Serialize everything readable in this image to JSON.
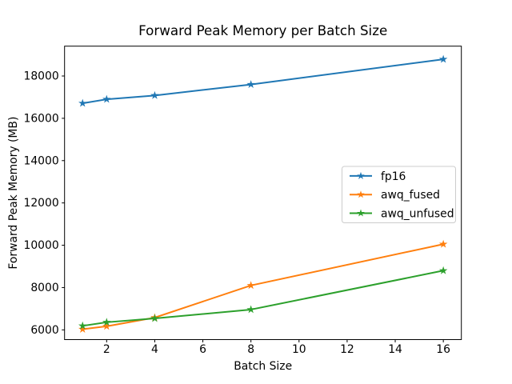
{
  "chart_data": {
    "type": "line",
    "title": "Forward Peak Memory per Batch Size",
    "xlabel": "Batch Size",
    "ylabel": "Forward Peak Memory (MB)",
    "x": [
      1,
      2,
      4,
      8,
      16
    ],
    "series": [
      {
        "name": "fp16",
        "color": "#1f77b4",
        "marker": "star",
        "values": [
          16710,
          16900,
          17080,
          17600,
          18790
        ]
      },
      {
        "name": "awq_fused",
        "color": "#ff7f0e",
        "marker": "star",
        "values": [
          6030,
          6170,
          6580,
          8100,
          10050
        ]
      },
      {
        "name": "awq_unfused",
        "color": "#2ca02c",
        "marker": "star",
        "values": [
          6190,
          6360,
          6540,
          6960,
          8800
        ]
      }
    ],
    "xlim": [
      0.25,
      16.75
    ],
    "ylim": [
      5540,
      19410
    ],
    "xticks": [
      2,
      4,
      6,
      8,
      10,
      12,
      14,
      16
    ],
    "yticks": [
      6000,
      8000,
      10000,
      12000,
      14000,
      16000,
      18000
    ],
    "grid": false,
    "legend": {
      "position": "center right",
      "entries": [
        "fp16",
        "awq_fused",
        "awq_unfused"
      ]
    },
    "axis_color": "#000000",
    "background_color": "#ffffff"
  }
}
